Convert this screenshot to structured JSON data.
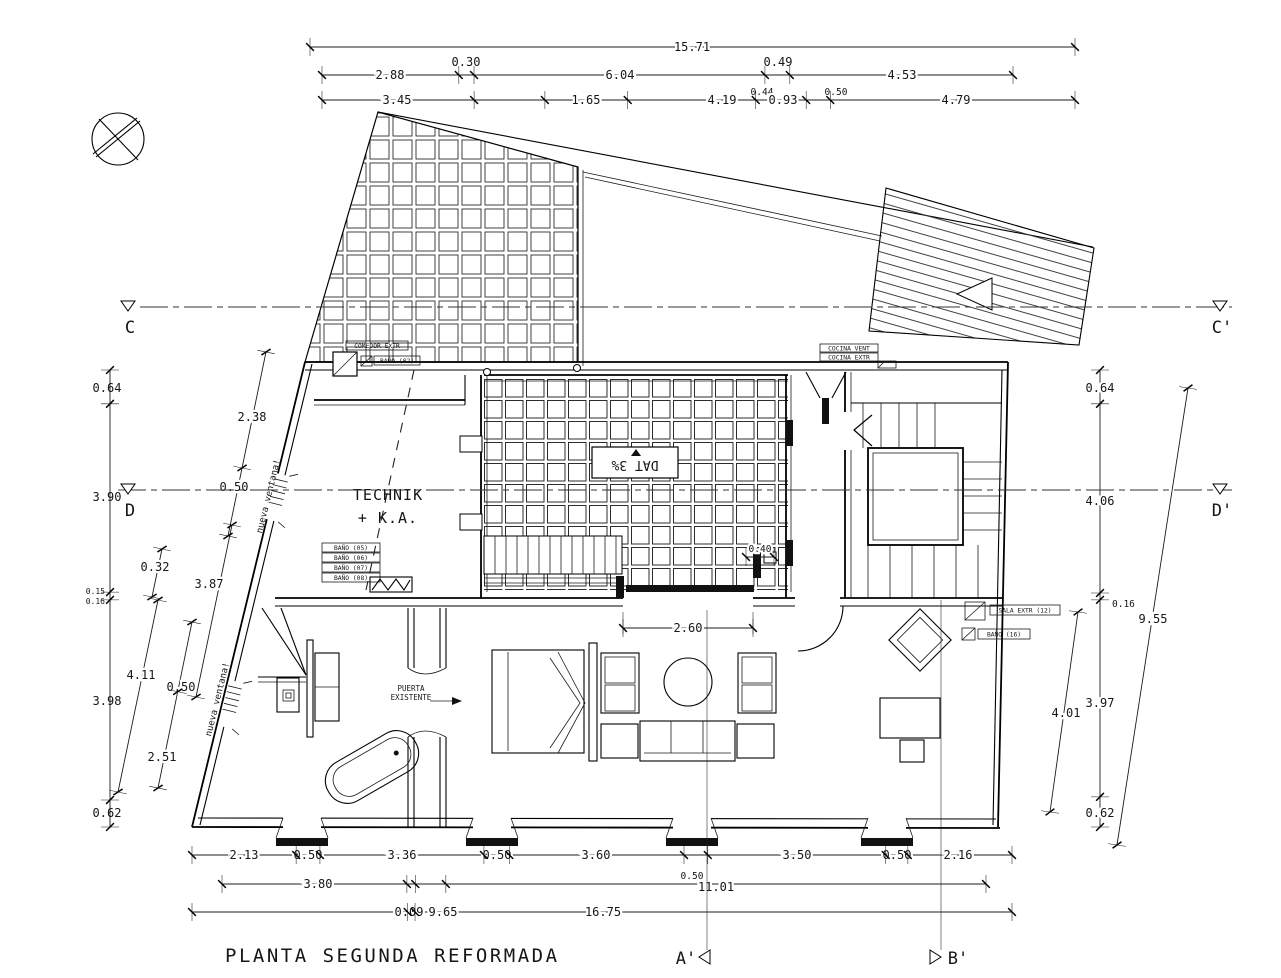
{
  "drawing_title": "PLANTA SEGUNDA REFORMADA",
  "section_markers": {
    "c": "C",
    "c_prime": "C'",
    "d": "D",
    "d_prime": "D'",
    "a_prime": "A'",
    "b_prime": "B'"
  },
  "room_labels": {
    "technik_line1": "TECHNIK",
    "technik_line2": "+ K.A."
  },
  "annotations": {
    "puerta_line1": "PUERTA",
    "puerta_line2": "EXISTENTE",
    "nueva_ventana_1": "nueva ventana!",
    "nueva_ventana_2": "nueva ventana!",
    "comedor_extr": "COMEDOR EXTR",
    "bano_02": "BAÑO (02)",
    "cocina_vent": "COCINA VENT",
    "cocina_extr": "COCINA EXTR",
    "sala_extr": "SALA EXTR (12)",
    "bano_16": "BAÑO (16)",
    "tag_1": "BAÑO (05)",
    "tag_2": "BAÑO (06)",
    "tag_3": "BAÑO (07)",
    "tag_4": "BAÑO (08)",
    "roof_slope": "DAT 3%"
  },
  "dimensions": {
    "top_row1_total": "15.71",
    "top_row2": {
      "d1": "2.88",
      "d2": "0.30",
      "d3": "6.04",
      "d4": "0.49",
      "d5": "4.53",
      "d6": "0.44",
      "d7": "0.50"
    },
    "top_row3": {
      "d1": "3.45",
      "d2": "1.65",
      "d3": "4.19",
      "d4": "0.93",
      "d5": "4.79"
    },
    "left": {
      "d1": "0.64",
      "d2": "3.90",
      "d3": "0.15",
      "d4": "0.16",
      "d5": "3.98",
      "d6": "0.62"
    },
    "left_diagonal": {
      "d1": "2.38",
      "d2": "0.50",
      "d3": "0.32",
      "d4": "3.87",
      "d5": "4.11",
      "d6": "0.50",
      "d7": "2.51"
    },
    "right": {
      "d1": "0.64",
      "d2": "4.06",
      "d3": "0.16",
      "d4": "3.97",
      "d5": "0.62"
    },
    "right_diagonal": {
      "d1": "9.55",
      "d2": "4.01"
    },
    "bottom_row1": {
      "d1": "2.13",
      "d2": "0.50",
      "d3": "3.36",
      "d4": "0.50",
      "d5": "3.60",
      "d6": "3.50",
      "d7": "0.50",
      "d8": "2.16"
    },
    "bottom_row2": {
      "d1": "3.80",
      "d2": "0.50",
      "d3": "11.01"
    },
    "bottom_row3": {
      "d1": "0.09",
      "d2": "9.65",
      "d3": "16.75"
    },
    "interior": {
      "terrace_door": "2.60",
      "small": "0.40"
    }
  }
}
